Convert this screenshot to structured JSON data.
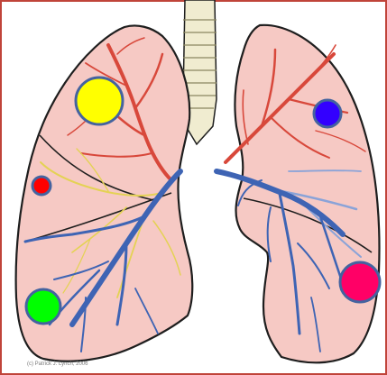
{
  "credit": "(c) Patrick J. Lynch, 2006",
  "colors": {
    "frame": "#c0443a",
    "lung_fill": "#f6c9c4",
    "lung_outline": "#1e1e1e",
    "trachea": "#f0ecd0",
    "artery_red": "#d8483b",
    "vein_blue": "#3e64b4",
    "vein_light_blue": "#8aa3d8",
    "bronchi_yellow": "#e4d254",
    "marker_ring": "#44639f"
  },
  "markers": [
    {
      "name": "yellow",
      "fill": "#ffff00"
    },
    {
      "name": "red",
      "fill": "#ff0000"
    },
    {
      "name": "green",
      "fill": "#00ff00"
    },
    {
      "name": "blue",
      "fill": "#3300ff"
    },
    {
      "name": "magenta",
      "fill": "#ff0066"
    }
  ]
}
